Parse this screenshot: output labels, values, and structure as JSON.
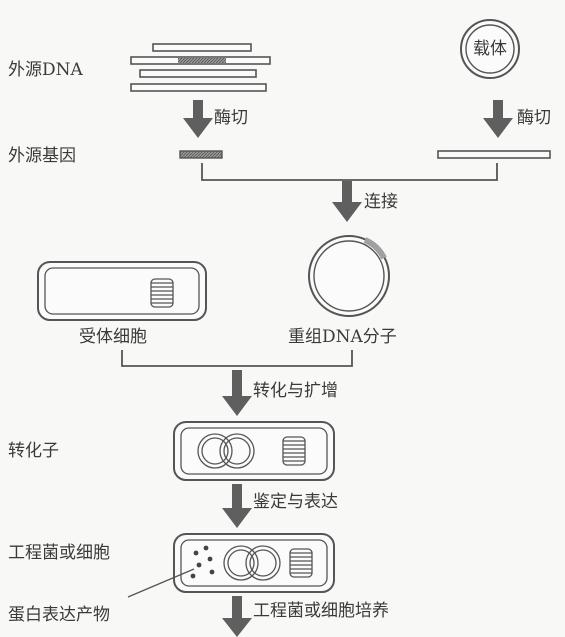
{
  "labels": {
    "foreign_dna": "外源DNA",
    "vector": "载体",
    "digest_left": "酶切",
    "digest_right": "酶切",
    "foreign_gene": "外源基因",
    "ligation": "连接",
    "recipient_cell": "受体细胞",
    "recombinant_dna": "重组DNA分子",
    "transform_amplify": "转化与扩增",
    "transformant": "转化子",
    "identify_express": "鉴定与表达",
    "engineered_cell": "工程菌或细胞",
    "protein_product": "蛋白表达产物",
    "culture": "工程菌或细胞培养"
  },
  "colors": {
    "arrow": "#5f5f5f",
    "line": "#555555",
    "gene_fill": "#8a8a8a",
    "insert_fill": "#a0a0a0",
    "background": "#f8f8f6"
  }
}
